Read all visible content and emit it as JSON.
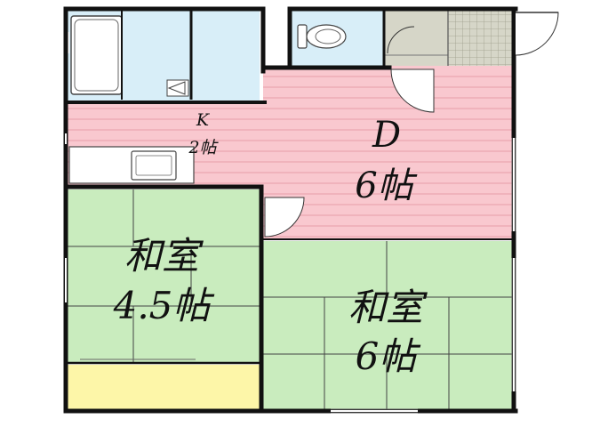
{
  "floor_plan": {
    "rooms": [
      {
        "name": "D",
        "size": "6帖",
        "kind": "dining",
        "color": "#f9c8cf"
      },
      {
        "name": "K",
        "size": "2帖",
        "kind": "kitchen",
        "color": "#f9c8cf"
      },
      {
        "name": "和室",
        "size": "4.5帖",
        "kind": "tatami",
        "color": "#c9ecbe"
      },
      {
        "name": "和室",
        "size": "6帖",
        "kind": "tatami",
        "color": "#c9ecbe"
      },
      {
        "name": "",
        "size": "",
        "kind": "closet",
        "color": "#fdf6a8"
      },
      {
        "name": "",
        "size": "",
        "kind": "bath",
        "color": "#d8eef8"
      },
      {
        "name": "",
        "size": "",
        "kind": "toilet",
        "color": "#d8eef8"
      },
      {
        "name": "",
        "size": "",
        "kind": "entrance",
        "color": "#d6d6c8"
      }
    ],
    "colors": {
      "wall": "#111111",
      "dining_stripe": "#e89ea9",
      "tatami_line": "#444444",
      "fixture": "#ffffff",
      "entrance_tile": "#bcbcaa"
    }
  }
}
